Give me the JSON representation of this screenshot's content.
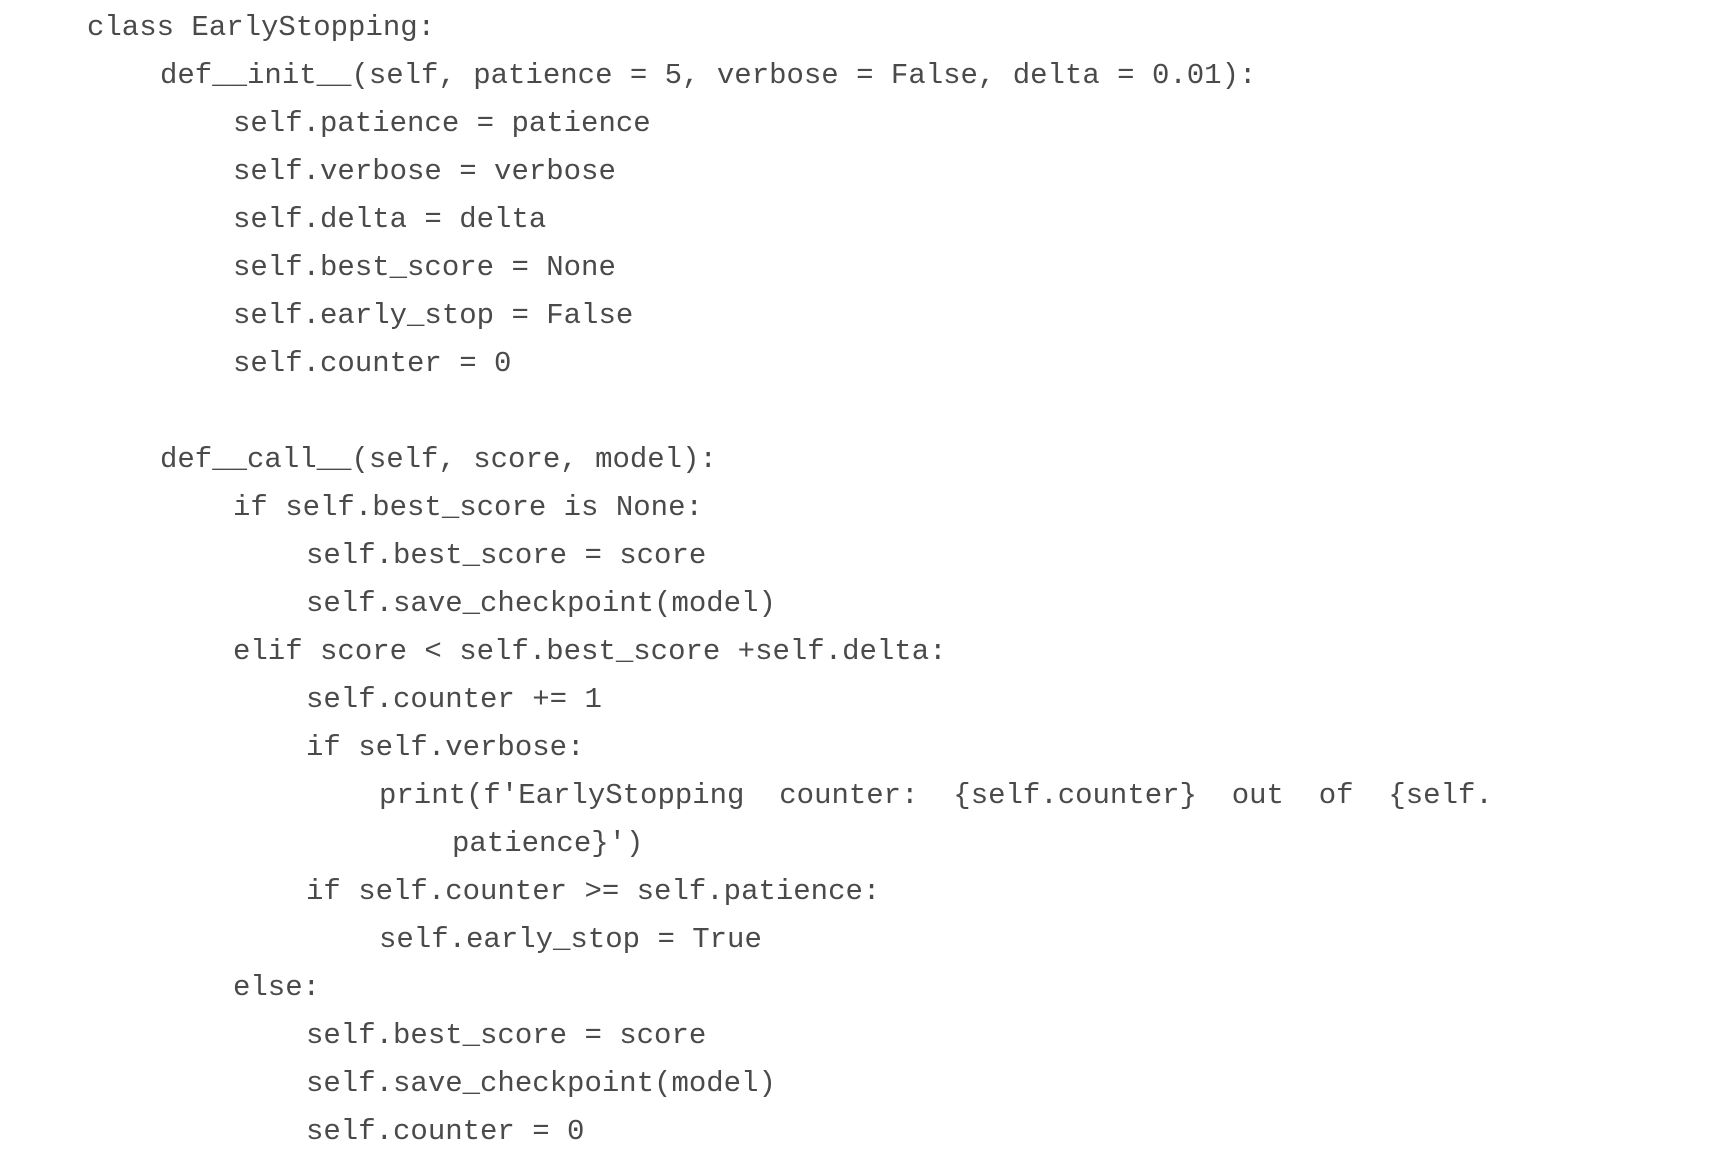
{
  "code": {
    "lines": [
      {
        "indent": 1,
        "text": "class EarlyStopping:"
      },
      {
        "indent": 2,
        "text": "def__init__(self, patience = 5, verbose = False, delta = 0.01):"
      },
      {
        "indent": 3,
        "text": "self.patience = patience"
      },
      {
        "indent": 3,
        "text": "self.verbose = verbose"
      },
      {
        "indent": 3,
        "text": "self.delta = delta"
      },
      {
        "indent": 3,
        "text": "self.best_score = None"
      },
      {
        "indent": 3,
        "text": "self.early_stop = False"
      },
      {
        "indent": 3,
        "text": "self.counter = 0"
      },
      {
        "indent": 0,
        "text": ""
      },
      {
        "indent": 2,
        "text": "def__call__(self, score, model):"
      },
      {
        "indent": 3,
        "text": "if self.best_score is None:"
      },
      {
        "indent": 4,
        "text": "self.best_score = score"
      },
      {
        "indent": 4,
        "text": "self.save_checkpoint(model)"
      },
      {
        "indent": 3,
        "text": "elif score < self.best_score +self.delta:"
      },
      {
        "indent": 4,
        "text": "self.counter += 1"
      },
      {
        "indent": 4,
        "text": "if self.verbose:"
      },
      {
        "indent": 5,
        "text": "print(f'EarlyStopping  counter:  {self.counter}  out  of  {self."
      },
      {
        "indent": 6,
        "text": "patience}')"
      },
      {
        "indent": 4,
        "text": "if self.counter >= self.patience:"
      },
      {
        "indent": 5,
        "text": "self.early_stop = True"
      },
      {
        "indent": 3,
        "text": "else:"
      },
      {
        "indent": 4,
        "text": "self.best_score = score"
      },
      {
        "indent": 4,
        "text": "self.save_checkpoint(model)"
      },
      {
        "indent": 4,
        "text": "self.counter = 0"
      }
    ]
  }
}
